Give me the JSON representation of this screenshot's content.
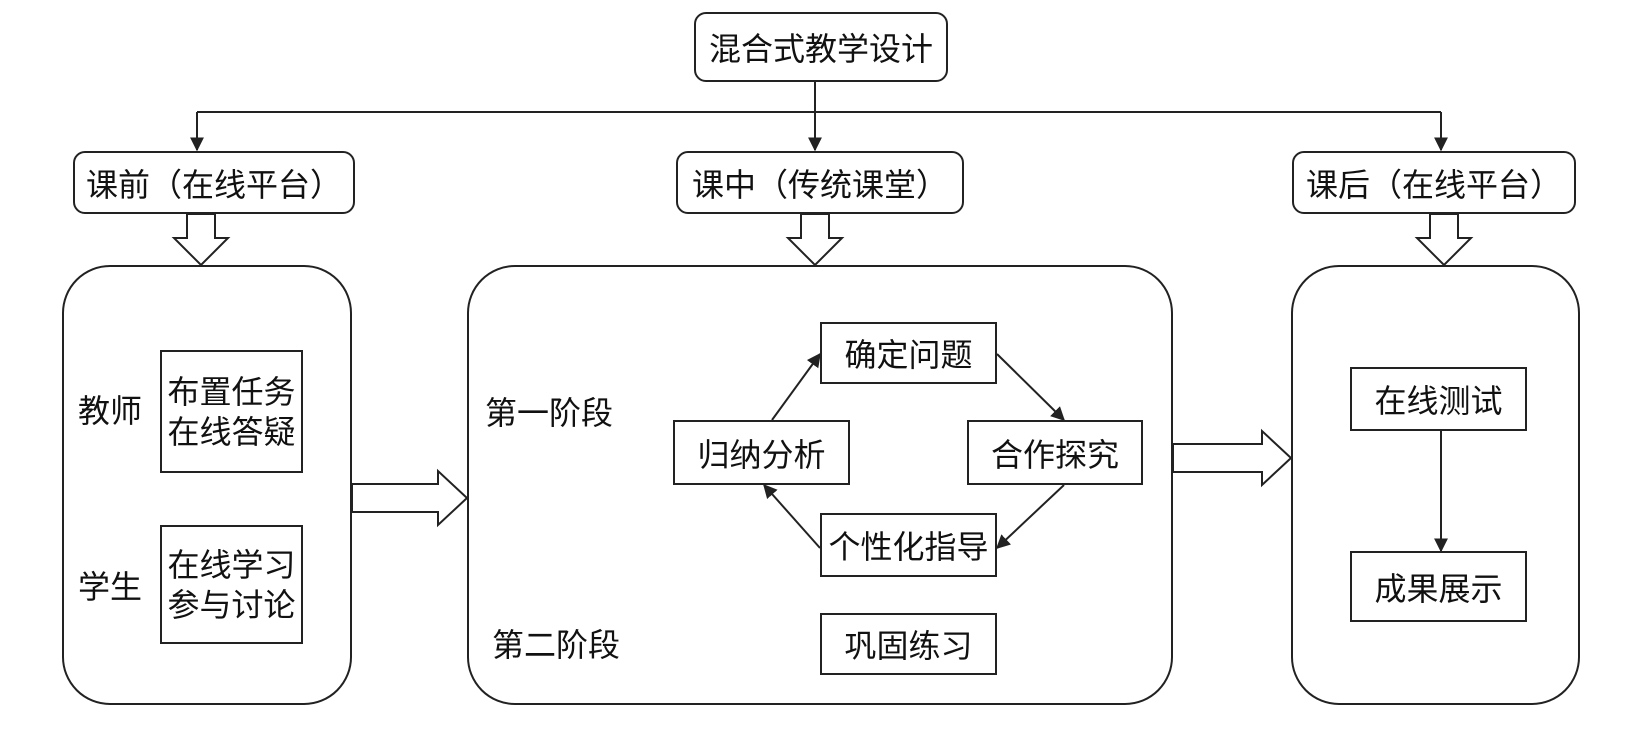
{
  "title": "混合式教学设计",
  "stages": {
    "pre": "课前（在线平台）",
    "in": "课中（传统课堂）",
    "post": "课后（在线平台）"
  },
  "pre_class": {
    "teacher_label": "教师",
    "teacher_tasks": [
      "布置任务",
      "在线答疑"
    ],
    "student_label": "学生",
    "student_tasks": [
      "在线学习",
      "参与讨论"
    ]
  },
  "in_class": {
    "phase1_label": "第一阶段",
    "phase2_label": "第二阶段",
    "cycle": {
      "top": "确定问题",
      "right": "合作探究",
      "bottom": "个性化指导",
      "left": "归纳分析"
    },
    "consolidate": "巩固练习"
  },
  "post_class": {
    "test": "在线测试",
    "showcase": "成果展示"
  }
}
